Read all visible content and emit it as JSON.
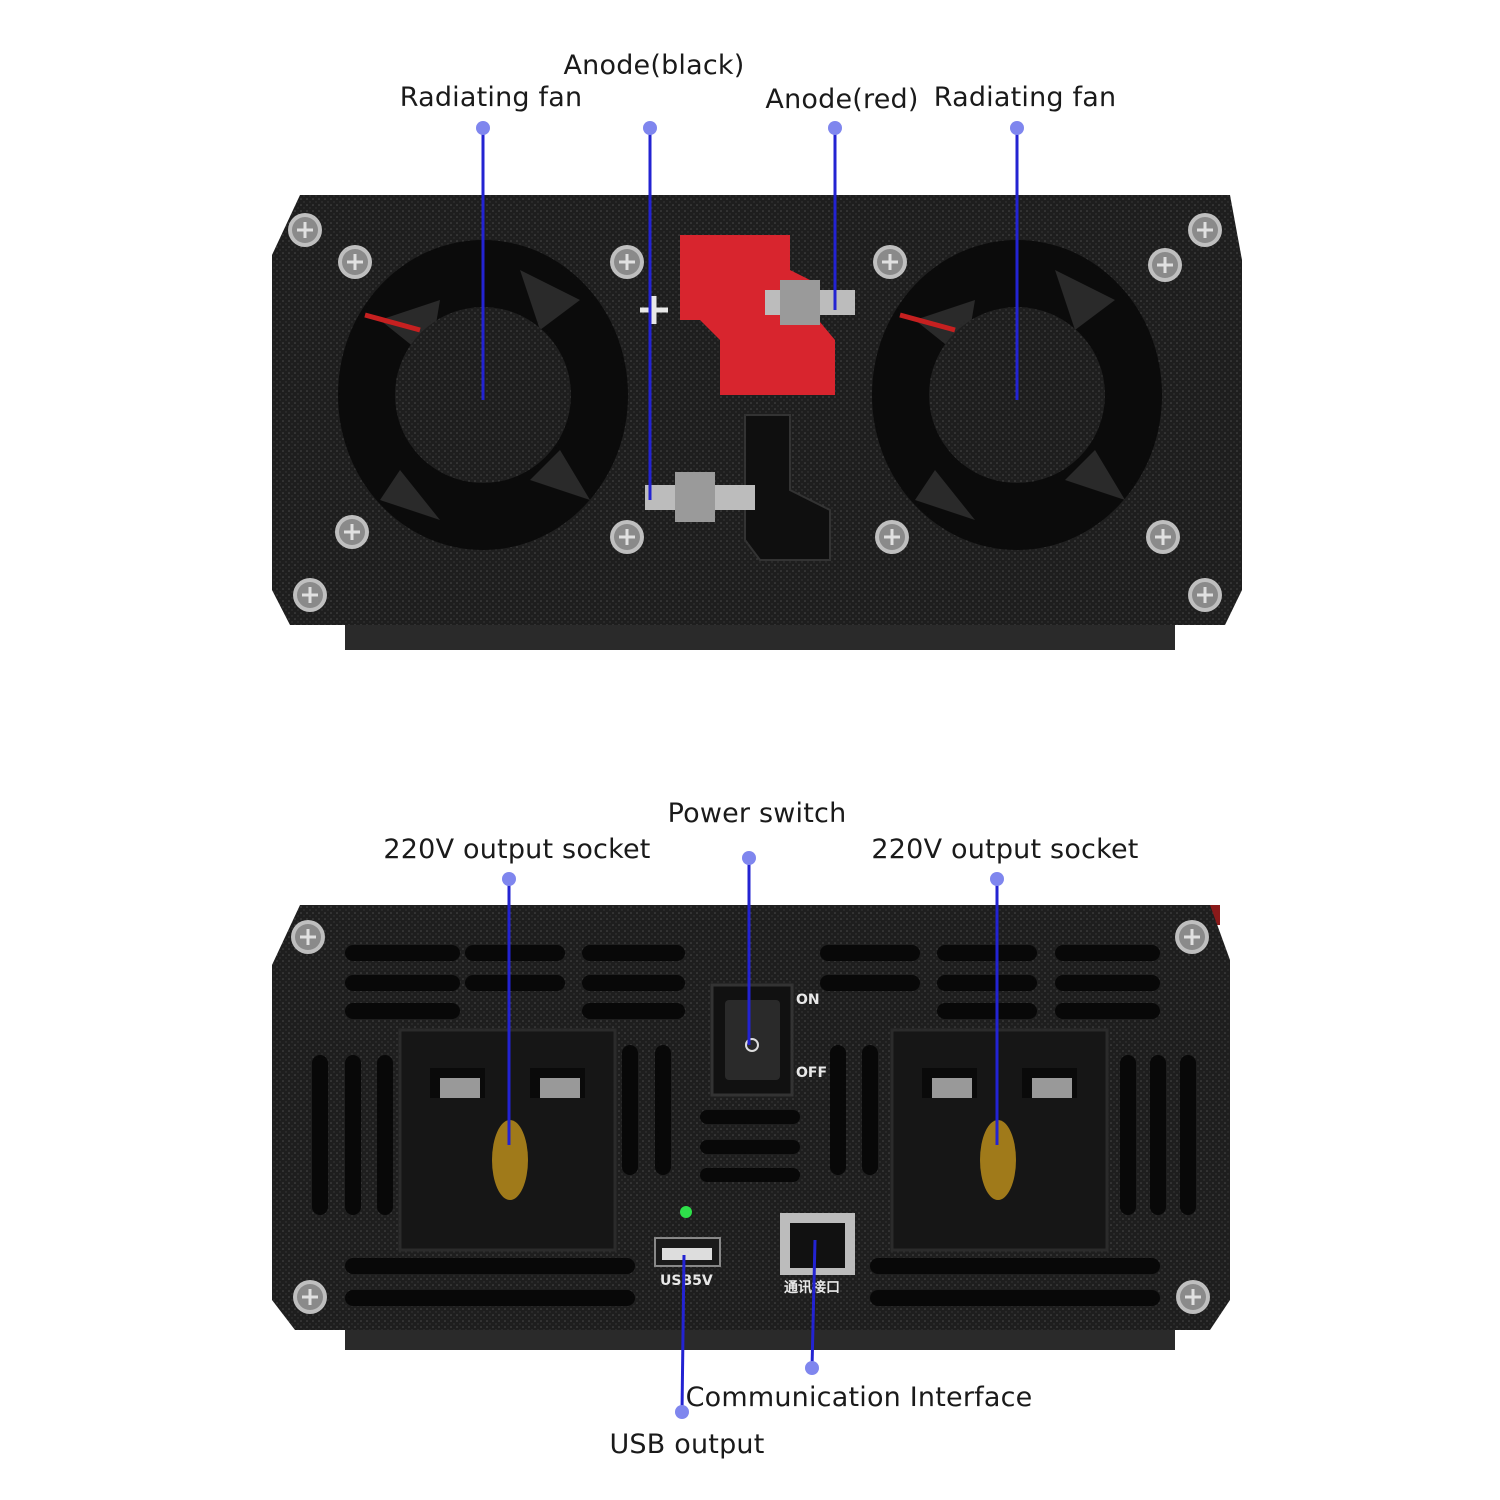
{
  "front_panel": {
    "callouts": [
      {
        "label": "Radiating fan"
      },
      {
        "label": "Anode(black)"
      },
      {
        "label": "Anode(red)"
      },
      {
        "label": "Radiating fan"
      }
    ]
  },
  "back_panel": {
    "callouts": [
      {
        "label": "220V output socket"
      },
      {
        "label": "Power switch"
      },
      {
        "label": "220V output socket"
      },
      {
        "label": "Communication Interface"
      },
      {
        "label": "USB output"
      }
    ],
    "switch_on": "ON",
    "switch_off": "OFF",
    "usb_port_text": "USB5V",
    "comm_port_text": "通讯接口"
  },
  "colors": {
    "callout_line": "#2323d2",
    "callout_dot": "#7f86ee",
    "panel": "#1c1c1c",
    "terminal_red": "#d8252e",
    "status_led": "#2ee04a"
  }
}
